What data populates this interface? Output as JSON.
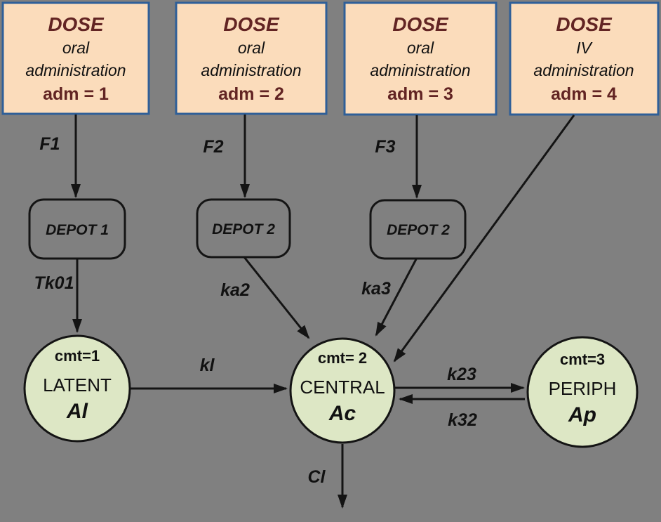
{
  "background_color": "#808080",
  "colors": {
    "dose_fill": "#FBDCBB",
    "dose_border": "#2F5F98",
    "dose_accent_text": "#622423",
    "compartment_fill": "#DDE7C5",
    "line": "#141414"
  },
  "dose_boxes": [
    {
      "title": "DOSE",
      "route": "oral",
      "route2": "administration",
      "adm": "adm = 1"
    },
    {
      "title": "DOSE",
      "route": "oral",
      "route2": "administration",
      "adm": "adm = 2"
    },
    {
      "title": "DOSE",
      "route": "oral",
      "route2": "administration",
      "adm": "adm = 3"
    },
    {
      "title": "DOSE",
      "route": "IV",
      "route2": "administration",
      "adm": "adm = 4"
    }
  ],
  "depots": [
    {
      "label": "DEPOT 1"
    },
    {
      "label": "DEPOT 2"
    },
    {
      "label": "DEPOT 2"
    }
  ],
  "compartments": [
    {
      "cmt": "cmt=1",
      "name": "LATENT",
      "amount": "Al"
    },
    {
      "cmt": "cmt= 2",
      "name": "CENTRAL",
      "amount": "Ac"
    },
    {
      "cmt": "cmt=3",
      "name": "PERIPH",
      "amount": "Ap"
    }
  ],
  "flow_labels": {
    "f1": "F1",
    "f2": "F2",
    "f3": "F3",
    "tk01": "Tk01",
    "ka2": "ka2",
    "ka3": "ka3",
    "kl": "kl",
    "k23": "k23",
    "k32": "k32",
    "cl": "Cl"
  }
}
